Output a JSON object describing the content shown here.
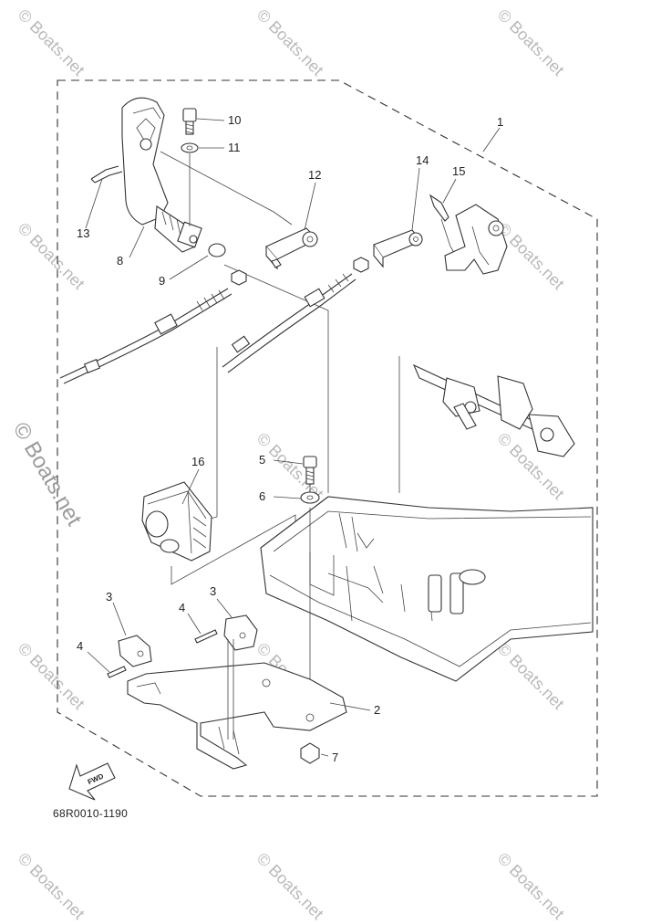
{
  "watermark": "© Boats.net",
  "figure_code": "68R0010-1190",
  "fwd_label": "FWD",
  "callouts": [
    "1",
    "2",
    "3",
    "3",
    "4",
    "4",
    "5",
    "6",
    "7",
    "8",
    "9",
    "10",
    "11",
    "12",
    "13",
    "14",
    "15",
    "16"
  ]
}
